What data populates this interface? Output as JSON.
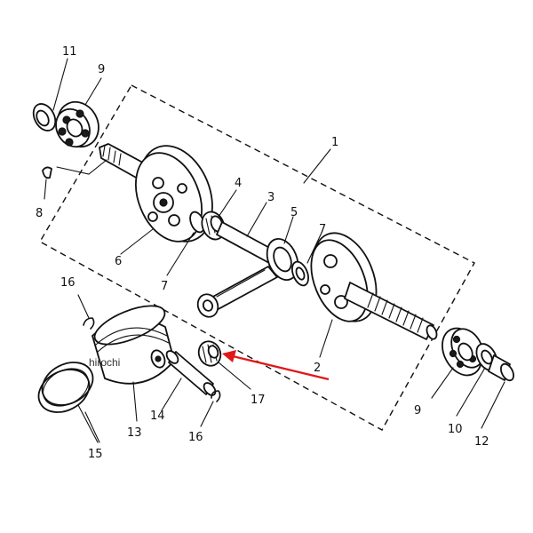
{
  "watermark": "hirochi",
  "callouts": {
    "p1": "1",
    "p2": "2",
    "p3": "3",
    "p4": "4",
    "p5": "5",
    "p6": "6",
    "p7a": "7",
    "p7b": "7",
    "p8": "8",
    "p9a": "9",
    "p9b": "9",
    "p10": "10",
    "p11": "11",
    "p12": "12",
    "p13": "13",
    "p14": "14",
    "p15": "15",
    "p16a": "16",
    "p16b": "16",
    "p17": "17"
  },
  "colors": {
    "line": "#111111",
    "arrow": "#e01818",
    "background": "#ffffff"
  }
}
